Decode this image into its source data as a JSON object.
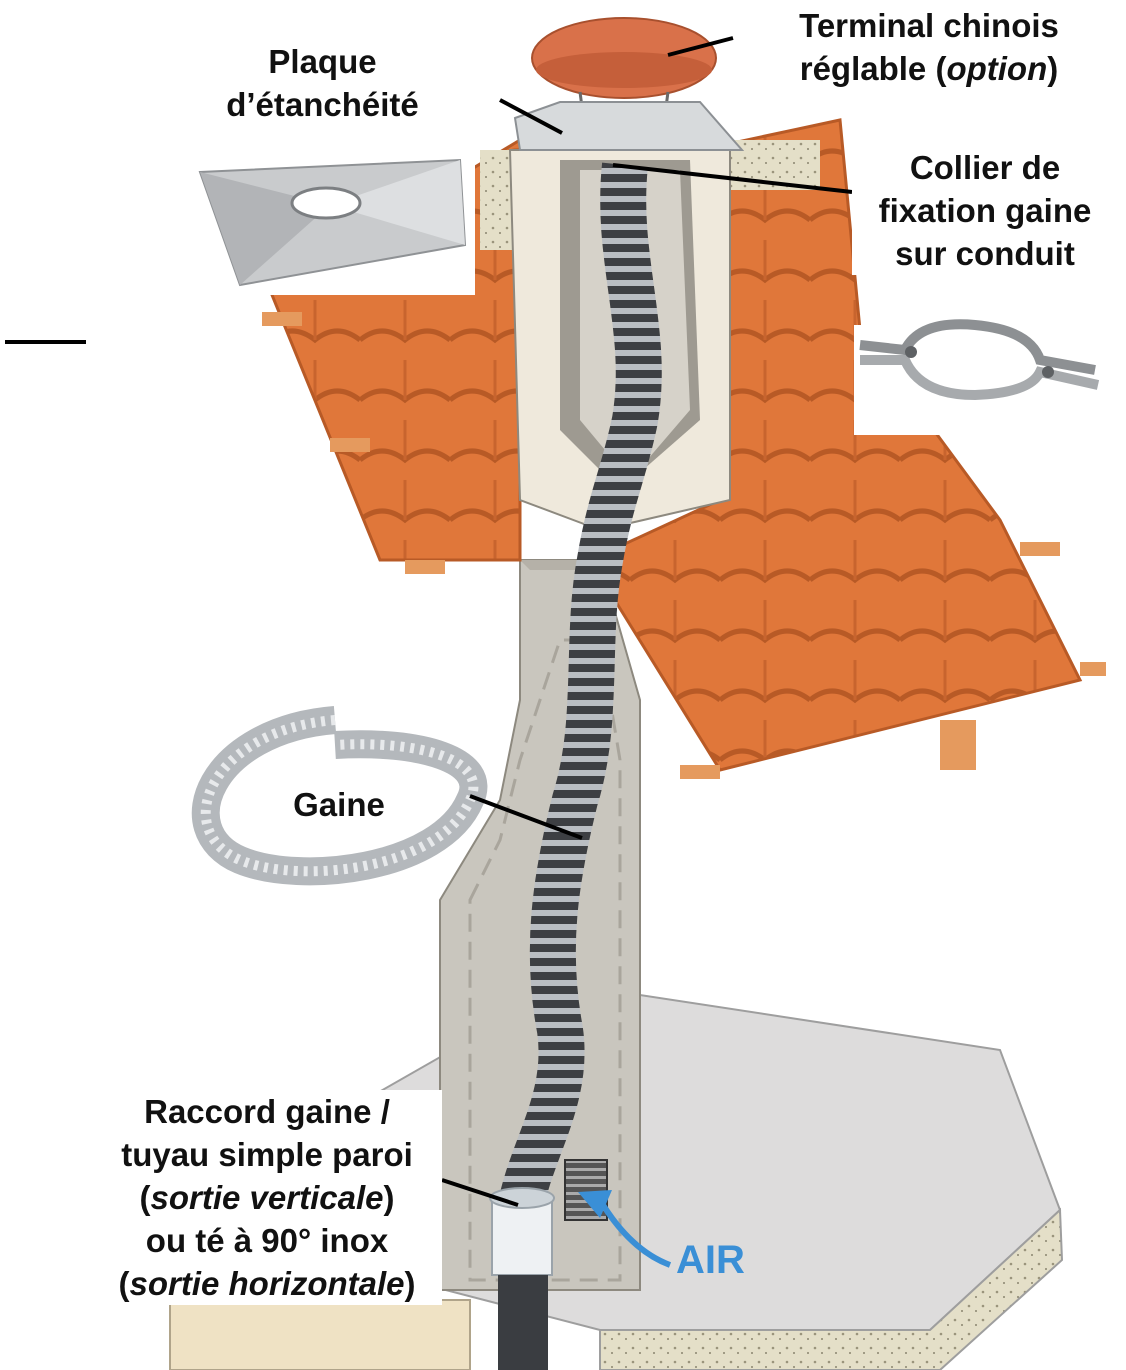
{
  "labels": {
    "terminal": {
      "line1": "Terminal chinois",
      "line2_prefix": "réglable (",
      "line2_italic": "option",
      "line2_suffix": ")"
    },
    "plaque": {
      "line1": "Plaque",
      "line2": "d’étanchéité"
    },
    "collier": {
      "line1": "Collier de",
      "line2": "fixation gaine",
      "line3": "sur conduit"
    },
    "gaine": "Gaine",
    "raccord": {
      "line1": "Raccord gaine /",
      "line2": "tuyau simple paroi",
      "line3_prefix": "(",
      "line3_italic": "sortie verticale",
      "line3_suffix": ")",
      "line4": "ou té à 90° inox",
      "line5_prefix": "(",
      "line5_italic": "sortie horizontale",
      "line5_suffix": ")"
    },
    "air": "AIR"
  },
  "colors": {
    "tile": "#e0773a",
    "tile_dark": "#b85a26",
    "masonry": "#c9c6be",
    "masonry_dark": "#9e9a91",
    "chimney_cream": "#efe9dc",
    "duct": "#4a4c50",
    "duct_light": "#c8ccd0",
    "terminal_cap": "#d9714a",
    "floor": "#dddcdc",
    "air_arrow": "#3a8fd6",
    "leader": "#000000"
  },
  "icons": [
    "sealing-plate-icon",
    "fixing-collar-icon",
    "coiled-duct-icon",
    "chinese-hat-terminal-icon",
    "air-arrow-icon",
    "vent-grille-icon"
  ]
}
